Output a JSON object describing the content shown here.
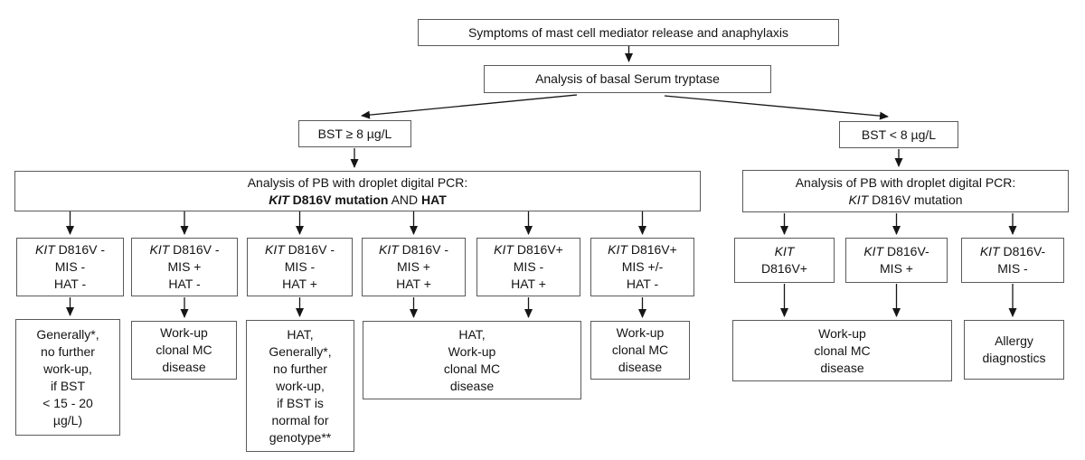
{
  "diagram": {
    "colors": {
      "border": "#5a5a5a",
      "text": "#141414",
      "arrow": "#161616",
      "background": "#ffffff"
    },
    "nodes": {
      "symptoms": {
        "text": "Symptoms of mast cell mediator release and anaphylaxis"
      },
      "serum": {
        "text": "Analysis of basal Serum tryptase"
      },
      "bst_high": {
        "text": "BST ≥ 8 µg/L"
      },
      "bst_low": {
        "text": "BST < 8 µg/L"
      },
      "pcr_left": {
        "line1": "Analysis of PB with droplet digital PCR:",
        "gene": "KIT",
        "bold_rest": " D816V mutation",
        "and_word": " AND ",
        "hat": "HAT"
      },
      "pcr_right": {
        "line1": "Analysis of PB with droplet digital PCR:",
        "gene": "KIT",
        "rest": " D816V mutation"
      },
      "c1": {
        "gene": "KIT",
        "rest": " D816V -",
        "line2": "MIS -",
        "line3": "HAT -"
      },
      "c2": {
        "gene": "KIT",
        "rest": " D816V -",
        "line2": "MIS +",
        "line3": "HAT -"
      },
      "c3": {
        "gene": "KIT",
        "rest": " D816V -",
        "line2": "MIS -",
        "line3": "HAT +"
      },
      "c4": {
        "gene": "KIT",
        "rest": " D816V -",
        "line2": "MIS +",
        "line3": "HAT +"
      },
      "c5": {
        "gene": "KIT",
        "rest": " D816V+",
        "line2": "MIS -",
        "line3": "HAT +"
      },
      "c6": {
        "gene": "KIT",
        "rest": " D816V+",
        "line2": "MIS +/-",
        "line3": "HAT -"
      },
      "c7": {
        "gene": "KIT",
        "rest": "",
        "line2": "D816V+"
      },
      "c8": {
        "gene": "KIT",
        "rest": " D816V-",
        "line2": "MIS +"
      },
      "c9": {
        "gene": "KIT",
        "rest": " D816V-",
        "line2": "MIS -"
      },
      "o1": {
        "lines": [
          "Generally*,",
          "no further",
          "work-up,",
          "if BST",
          "< 15 - 20",
          "µg/L)"
        ]
      },
      "o2": {
        "lines": [
          "Work-up",
          "clonal MC",
          "disease"
        ]
      },
      "o3": {
        "lines": [
          "HAT,",
          "Generally*,",
          "no further",
          "work-up,",
          "if BST is",
          "normal for",
          "genotype**"
        ]
      },
      "o45": {
        "lines": [
          "HAT,",
          "Work-up",
          "clonal MC",
          "disease"
        ]
      },
      "o6": {
        "lines": [
          "Work-up",
          "clonal MC",
          "disease"
        ]
      },
      "o78": {
        "lines": [
          "Work-up",
          "clonal MC",
          "disease"
        ]
      },
      "o9": {
        "lines": [
          "Allergy",
          "diagnostics"
        ]
      }
    }
  }
}
